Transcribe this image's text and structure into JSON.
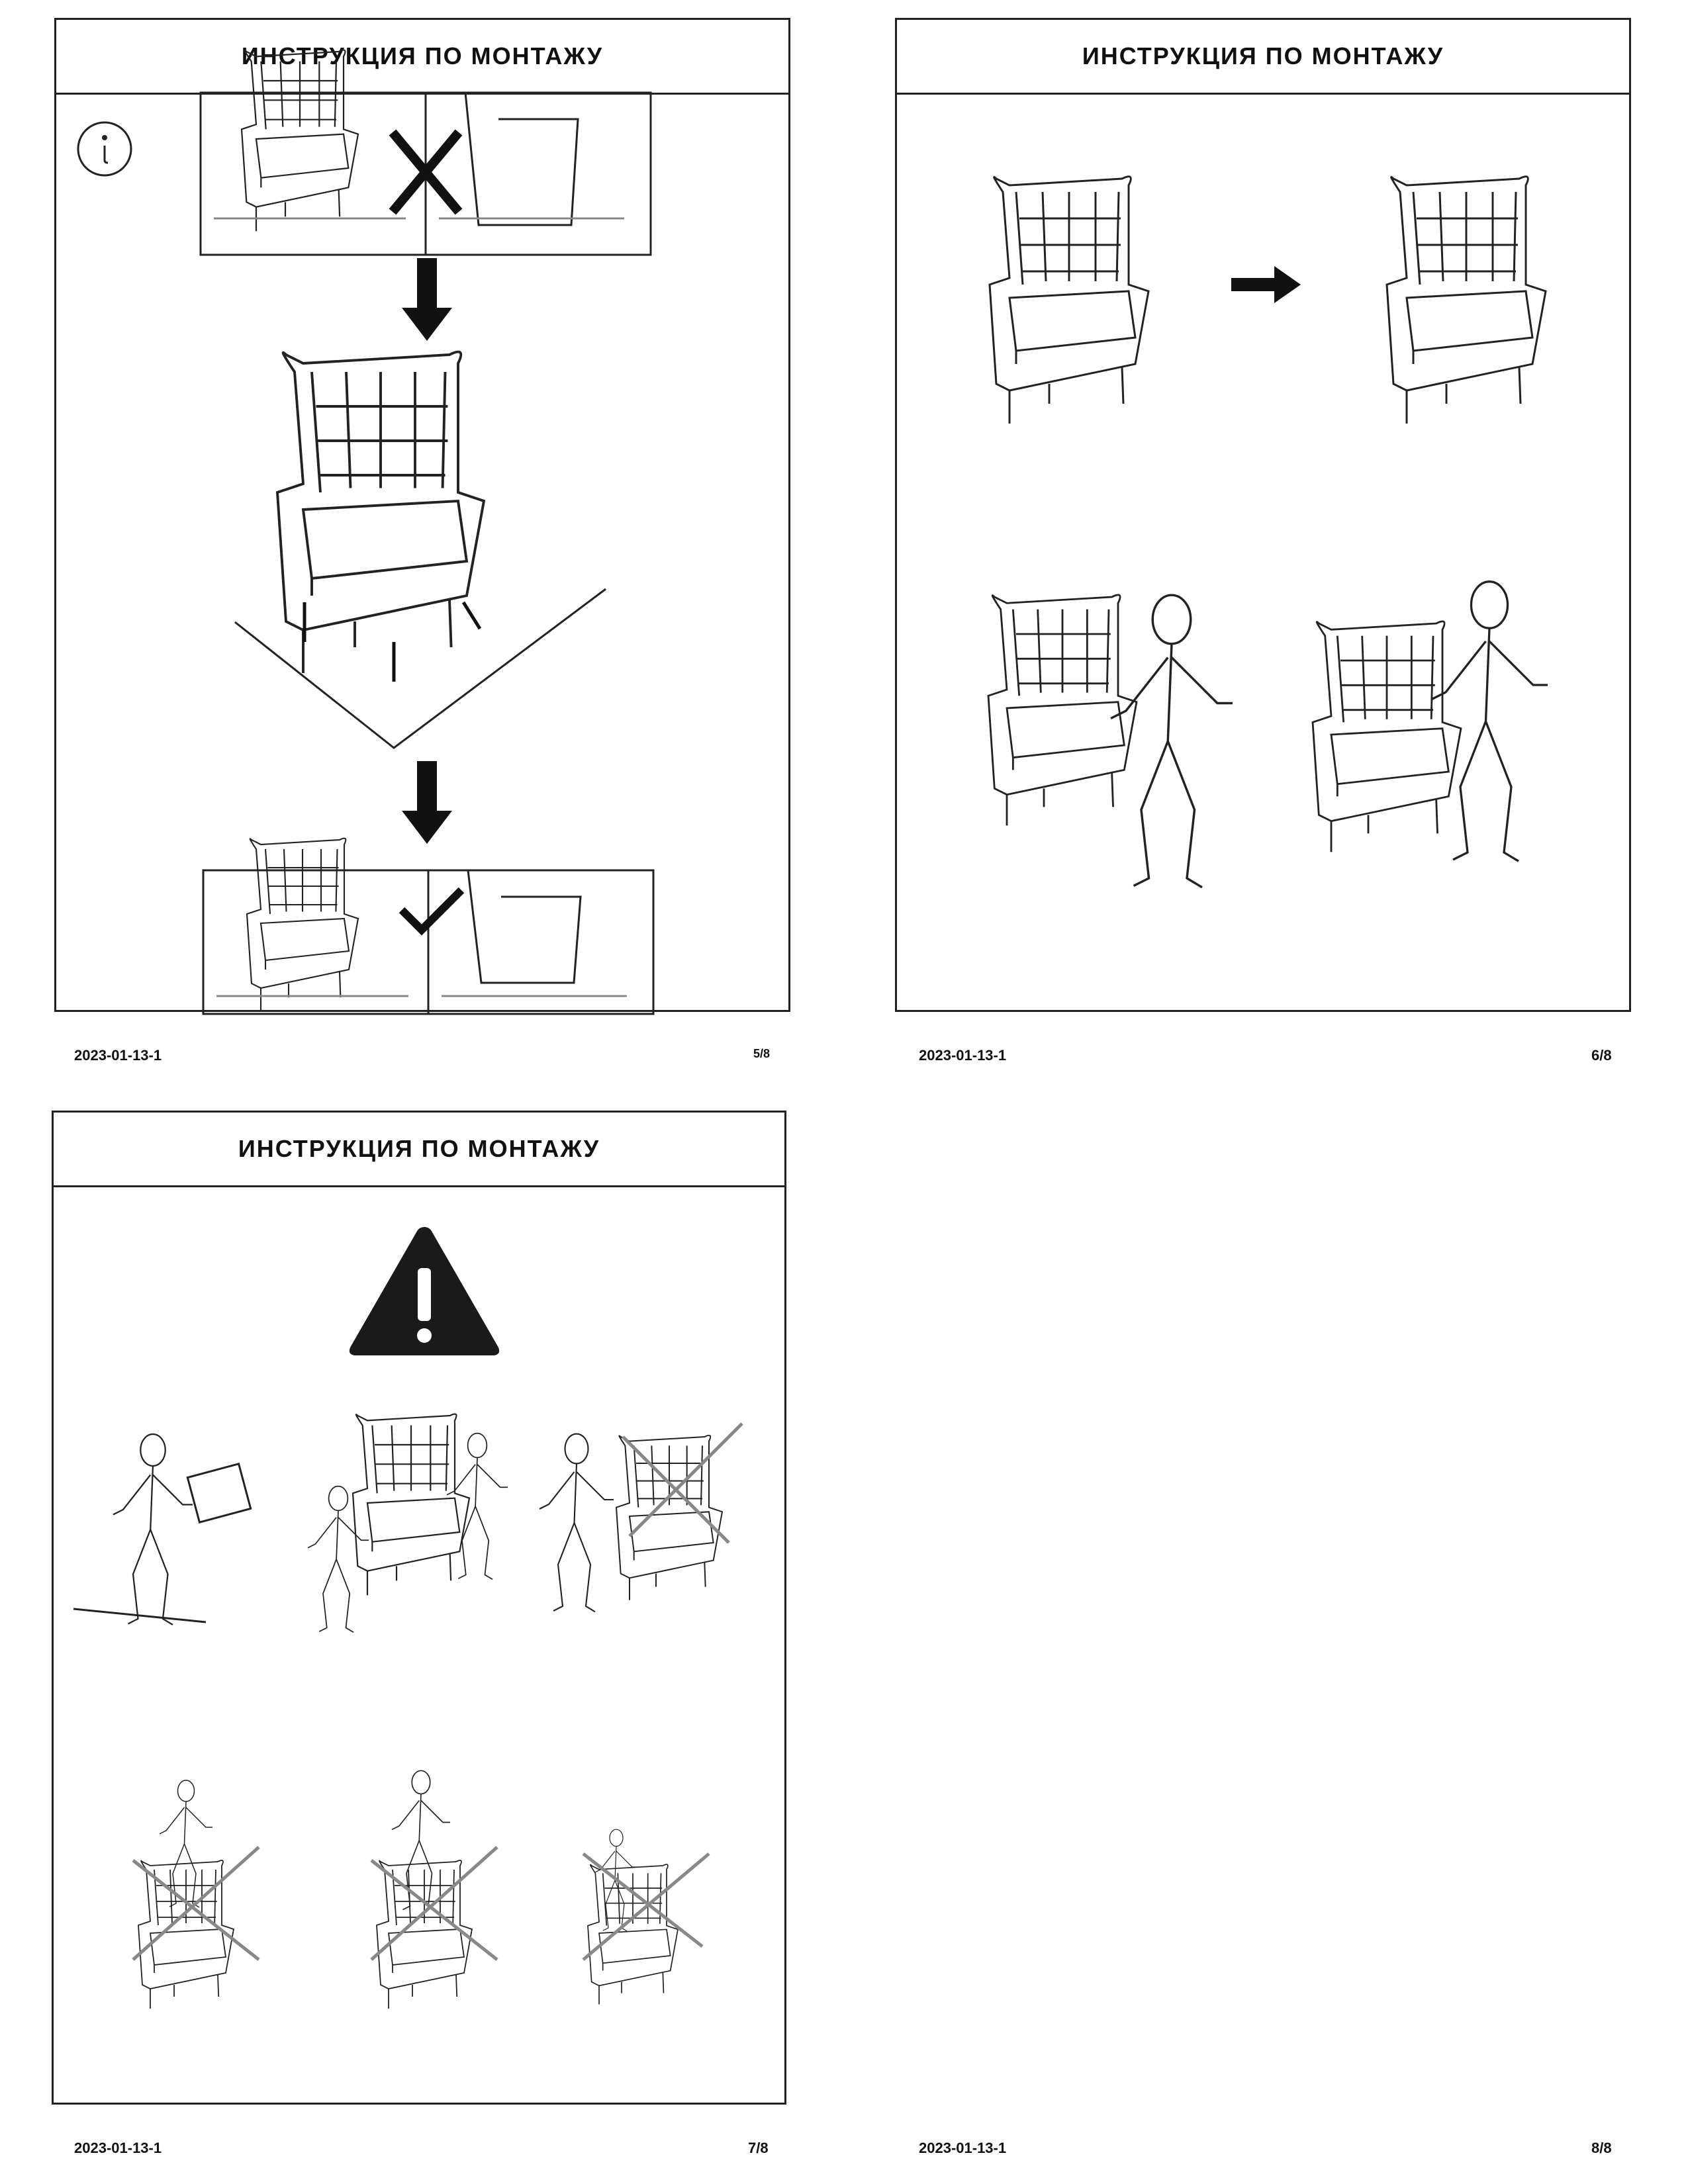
{
  "pages": [
    {
      "title": "ИНСТРУКЦИЯ ПО МОНТАЖУ",
      "date": "2023-01-13-1",
      "page_number": "5/8"
    },
    {
      "title": "ИНСТРУКЦИЯ ПО МОНТАЖУ",
      "date": "2023-01-13-1",
      "page_number": "6/8"
    },
    {
      "title": "ИНСТРУКЦИЯ ПО МОНТАЖУ",
      "date": "2023-01-13-1",
      "page_number": "7/8"
    },
    {
      "date": "2023-01-13-1",
      "page_number": "8/8"
    }
  ],
  "icons": {
    "info": "info-icon",
    "wrong": "cross-icon",
    "right": "check-icon",
    "warning": "warning-icon",
    "arrow": "arrow-icon"
  }
}
